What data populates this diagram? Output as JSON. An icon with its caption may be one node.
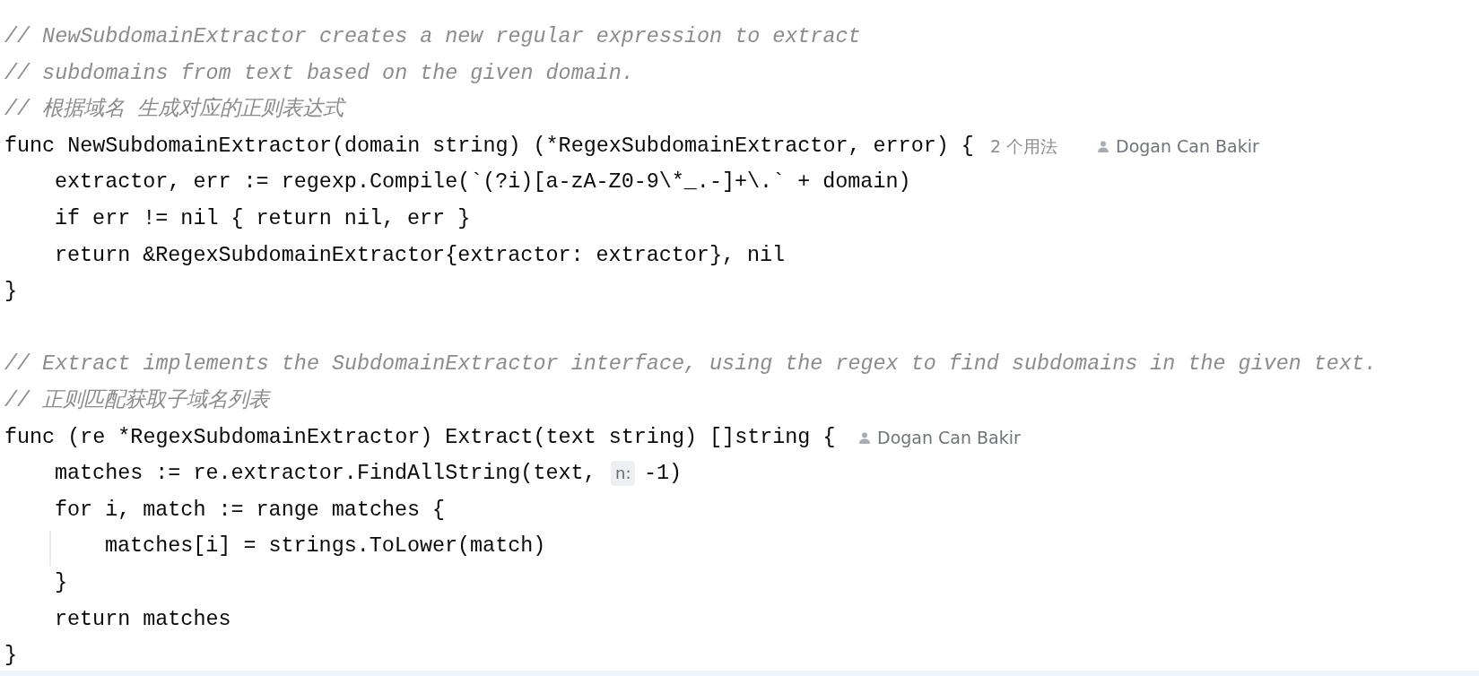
{
  "diagram": {
    "labels": [
      "// NewSubdomainExtractor creates a new regular expression to extract",
      "// subdomains from text based on the given domain.",
      "// 根据域名 生成对应的正则表达式",
      "func NewSubdomainExtractor(domain string) (*RegexSubdomainExtractor, error) {",
      "2 个用法",
      "Dogan Can Bakir",
      "extractor, err := regexp.Compile(`(?i)[a-zA-Z0-9\\*_.-]+\\.` + domain)",
      "if err != nil { return nil, err }",
      "return &RegexSubdomainExtractor{extractor: extractor}, nil",
      "}",
      "// Extract implements the SubdomainExtractor interface, using the regex to find subdomains in the given text.",
      "// 正则匹配获取子域名列表",
      "func (re *RegexSubdomainExtractor) Extract(text string) []string {",
      "Dogan Can Bakir",
      "matches := re.extractor.FindAllString(text,",
      "n:",
      "-1)",
      "for i, match := range matches {",
      "matches[i] = strings.ToLower(match)",
      "}",
      "return matches",
      "}"
    ]
  }
}
